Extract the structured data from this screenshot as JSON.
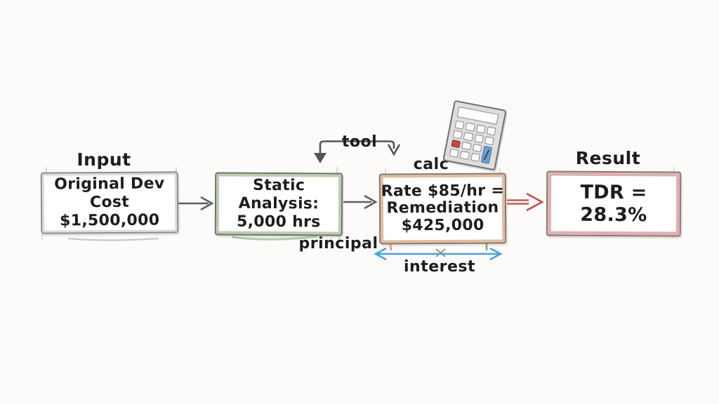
{
  "labels": {
    "input": "Input",
    "tool": "tool",
    "calc": "calc",
    "result": "Result",
    "principal": "principal",
    "interest": "interest"
  },
  "boxes": {
    "input": {
      "line1": "Original Dev Cost",
      "line2": "$1,500,000"
    },
    "analysis": {
      "line1": "Static Analysis:",
      "line2": "5,000 hrs"
    },
    "rate": {
      "line1": "Rate $85/hr =",
      "line2": "Remediation",
      "line3": "$425,000"
    },
    "result": {
      "line1": "TDR = 28.3%"
    }
  },
  "icons": {
    "calculator": "calculator-icon"
  },
  "colors": {
    "background": "#fcfbfa",
    "ink": "#1d1d1d",
    "pencil_gray": "#8d8d8d",
    "accent_green": "#8fae7c",
    "accent_orange": "#d4935f",
    "accent_red": "#c97c7c",
    "arrow_gray": "#5f5f5f",
    "arrow_red": "#c25858",
    "arrow_blue": "#4aa2d8",
    "calc_red_button": "#c04848",
    "calc_blue_button": "#6f9fcf"
  }
}
